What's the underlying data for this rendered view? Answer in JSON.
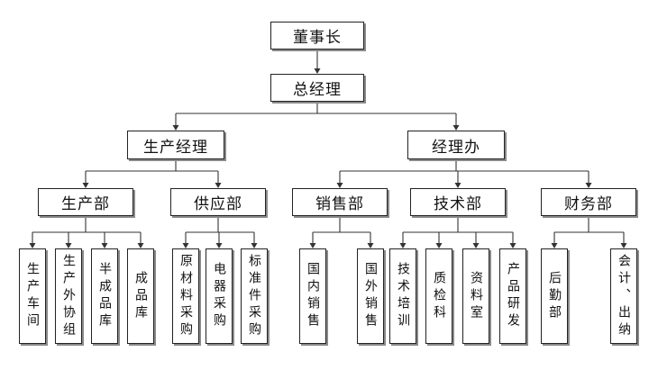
{
  "chairman": "董事长",
  "gm": "总经理",
  "production_manager": "生产经理",
  "gm_office": "经理办",
  "departments": {
    "production": "生产部",
    "supply": "供应部",
    "sales": "销售部",
    "tech": "技术部",
    "finance": "财务部"
  },
  "units": {
    "workshop": "生产车间",
    "outsourcing": "生产外协组",
    "semi_finished": "半成品库",
    "finished": "成品库",
    "raw_material": "原材料采购",
    "electrical": "电器采购",
    "standard_parts": "标准件采购",
    "domestic_sales": "国内销售",
    "foreign_sales": "国外销售",
    "training": "技术培训",
    "qc": "质检科",
    "archive": "资料室",
    "rnd": "产品研发",
    "logistics": "后勤部",
    "accounting": "会计、出纳"
  }
}
